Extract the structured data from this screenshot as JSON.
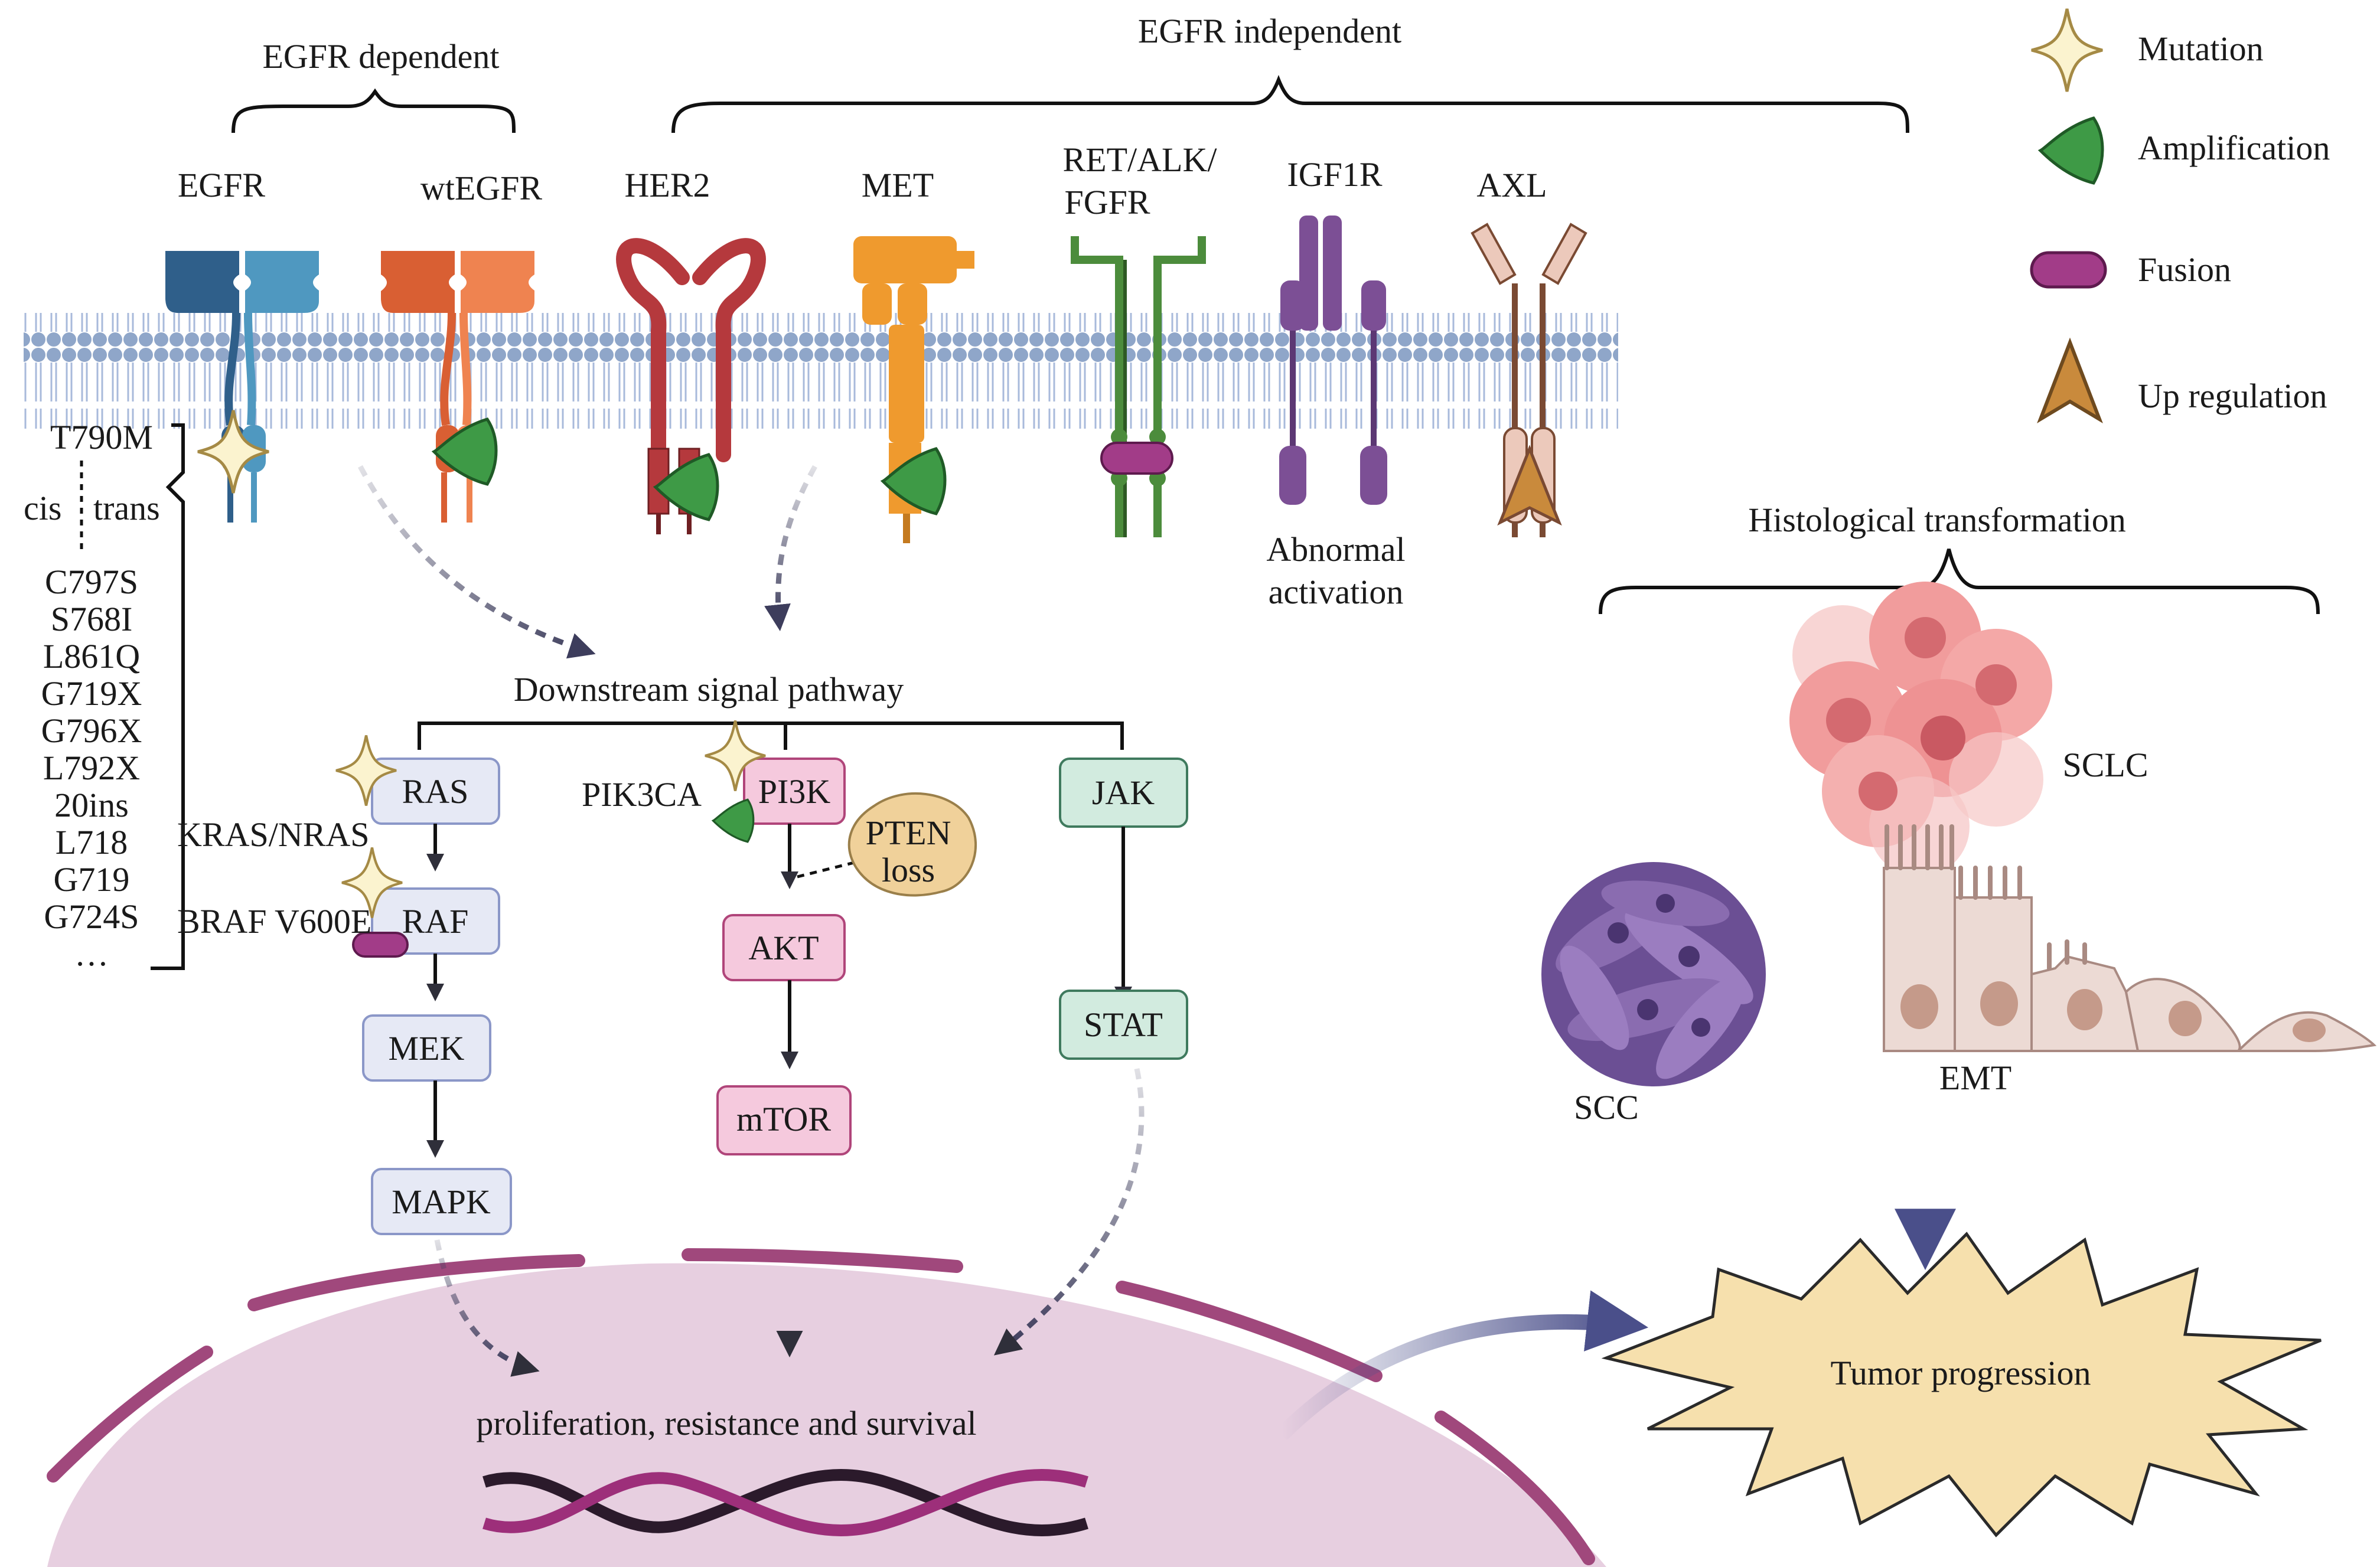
{
  "groups": {
    "dependent": "EGFR dependent",
    "independent": "EGFR independent"
  },
  "receptors": {
    "egfr": "EGFR",
    "wtegfr": "wtEGFR",
    "her2": "HER2",
    "met": "MET",
    "ret_line1": "RET/ALK/",
    "ret_line2": "FGFR",
    "igf1r": "IGF1R",
    "axl": "AXL",
    "abnormal_line1": "Abnormal",
    "abnormal_line2": "activation"
  },
  "legend": {
    "mutation": "Mutation",
    "amplification": "Amplification",
    "fusion": "Fusion",
    "upregulation": "Up regulation"
  },
  "mutations": {
    "t790m": "T790M",
    "cis": "cis",
    "trans": "trans",
    "list": [
      "C797S",
      "S768I",
      "L861Q",
      "G719X",
      "G796X",
      "L792X",
      "20ins",
      "L718",
      "G719",
      "G724S",
      "…"
    ]
  },
  "pathway": {
    "title": "Downstream signal pathway",
    "ras": "RAS",
    "raf": "RAF",
    "mek": "MEK",
    "mapk": "MAPK",
    "pi3k": "PI3K",
    "akt": "AKT",
    "mtor": "mTOR",
    "jak": "JAK",
    "stat": "STAT",
    "kras": "KRAS/NRAS",
    "braf": "BRAF V600E",
    "pik3ca": "PIK3CA",
    "pten_line1": "PTEN",
    "pten_line2": "loss"
  },
  "nucleus": {
    "outcome": "proliferation, resistance and survival"
  },
  "histology": {
    "title": "Histological transformation",
    "sclc": "SCLC",
    "scc": "SCC",
    "emt": "EMT",
    "tumor": "Tumor progression"
  },
  "colors": {
    "egfr": "#2f5f8a",
    "egfr_light": "#4f98c0",
    "wtegfr": "#d95f33",
    "wtegfr_light": "#ef8350",
    "her2": "#b5393d",
    "met": "#ef9a2e",
    "ret": "#4c8c3c",
    "igf1r": "#7c4f95",
    "axl": "#7a4a33",
    "axl_light": "#ecc9bb",
    "amplification": "#3e9a46",
    "fusion": "#a23c88",
    "upregulation": "#c98a3c",
    "mutation": "#fbf3cf",
    "ras_fill": "#e6e9f5",
    "pi3k_fill": "#f5c9dd",
    "jak_fill": "#d2ebdf",
    "nucleus": "#e7cfe0",
    "tumor": "#f6e0ad"
  }
}
